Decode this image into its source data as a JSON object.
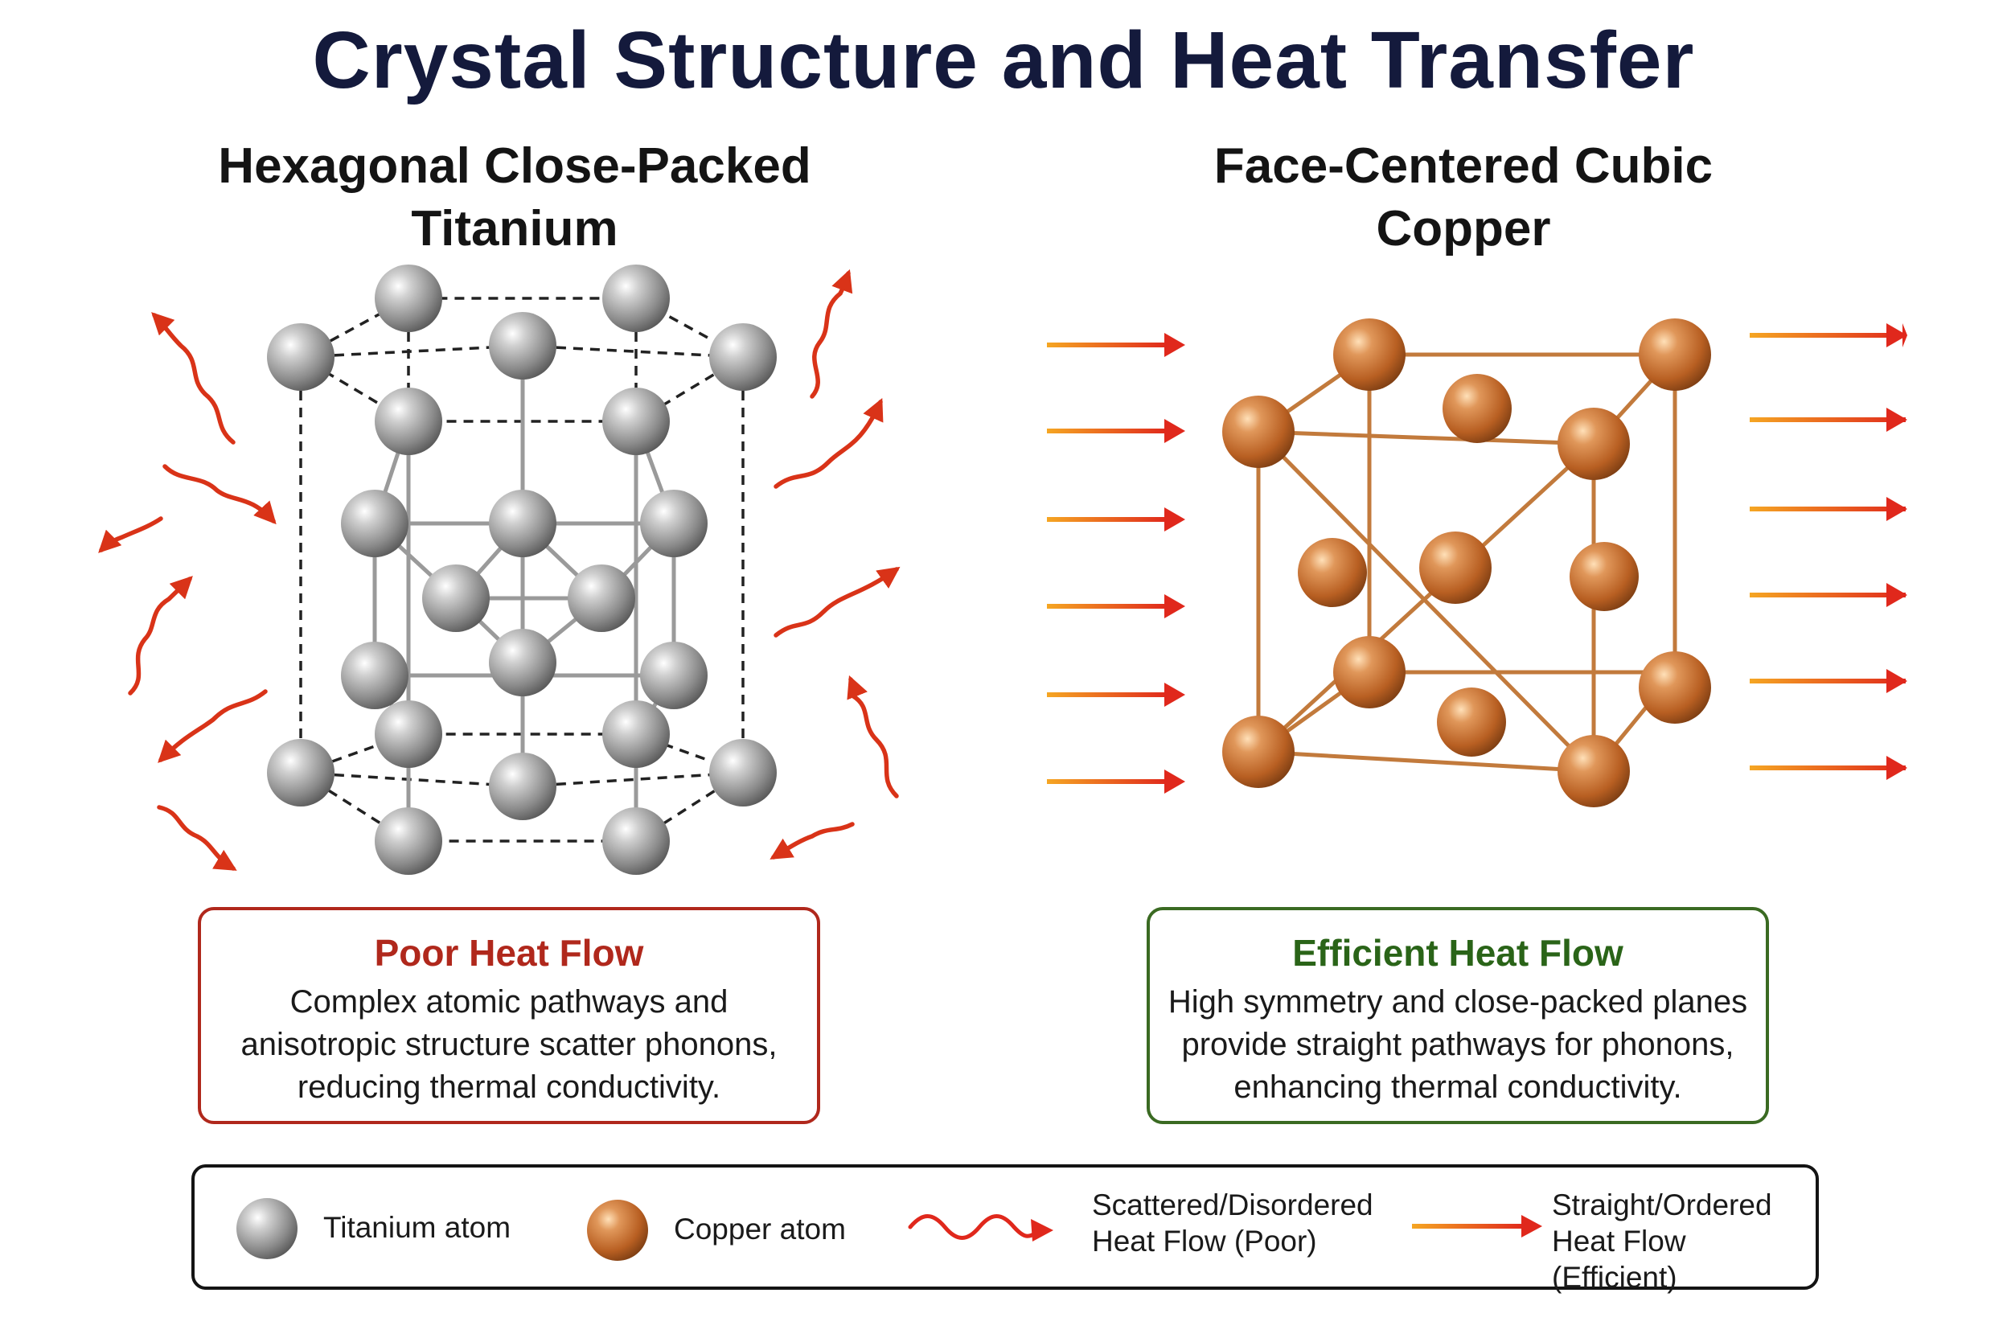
{
  "title": "Crystal Structure and Heat Transfer",
  "left_panel": {
    "title_line1": "Hexagonal Close-Packed",
    "title_line2": "Titanium",
    "box": {
      "heading": "Poor Heat Flow",
      "line1": "Complex atomic pathways and",
      "line2": "anisotropic structure scatter phonons,",
      "line3": "reducing thermal conductivity."
    }
  },
  "right_panel": {
    "title_line1": "Face-Centered Cubic",
    "title_line2": "Copper",
    "box": {
      "heading": "Efficient Heat Flow",
      "line1": "High symmetry and close-packed planes",
      "line2": "provide straight pathways for phonons,",
      "line3": "enhancing thermal conductivity."
    }
  },
  "legend": {
    "titanium": "Titanium atom",
    "copper": "Copper atom",
    "scattered_line1": "Scattered/Disordered",
    "scattered_line2": "Heat Flow (Poor)",
    "straight_line1": "Straight/Ordered",
    "straight_line2": "Heat Flow (Efficient)"
  },
  "colors": {
    "poor": "#b0281c",
    "efficient": "#2a6418",
    "arrow_red": "#e0281c",
    "arrow_orange": "#f5a623",
    "titanium_atom": "#9a9a9a",
    "copper_atom": "#c06a28"
  },
  "icons": {
    "scattered": "wavy-arrow-icon",
    "straight": "straight-arrow-icon",
    "titanium": "titanium-sphere-icon",
    "copper": "copper-sphere-icon"
  }
}
